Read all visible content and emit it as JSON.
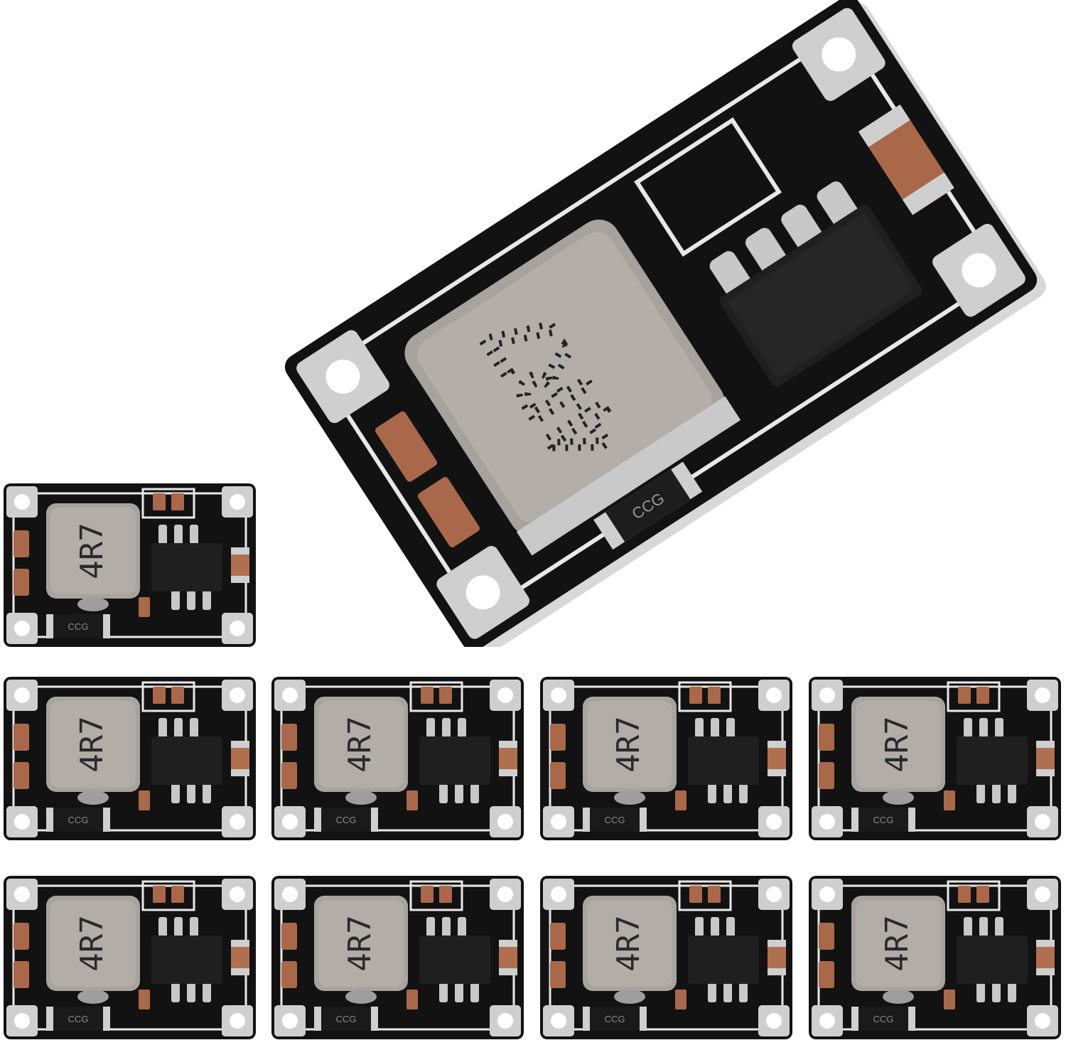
{
  "scene": {
    "background_color": "#ffffff",
    "board_color": "#111111",
    "inductor_color": "#a9a39e",
    "capacitor_color": "#b07050",
    "pad_color": "#d9d9d9"
  },
  "hero_module": {
    "inductor_marking": "4R7",
    "diode_marking": "CCG"
  },
  "small_modules": [
    {
      "inductor_marking": "4R7",
      "diode_marking": "CCG"
    },
    {
      "inductor_marking": "4R7",
      "diode_marking": "CCG"
    },
    {
      "inductor_marking": "4R7",
      "diode_marking": "CCG"
    },
    {
      "inductor_marking": "4R7",
      "diode_marking": "CCG"
    },
    {
      "inductor_marking": "4R7",
      "diode_marking": "CCG"
    },
    {
      "inductor_marking": "4R7",
      "diode_marking": "CCG"
    },
    {
      "inductor_marking": "4R7",
      "diode_marking": "CCG"
    },
    {
      "inductor_marking": "4R7",
      "diode_marking": "CCG"
    },
    {
      "inductor_marking": "4R7",
      "diode_marking": "CCG"
    }
  ]
}
